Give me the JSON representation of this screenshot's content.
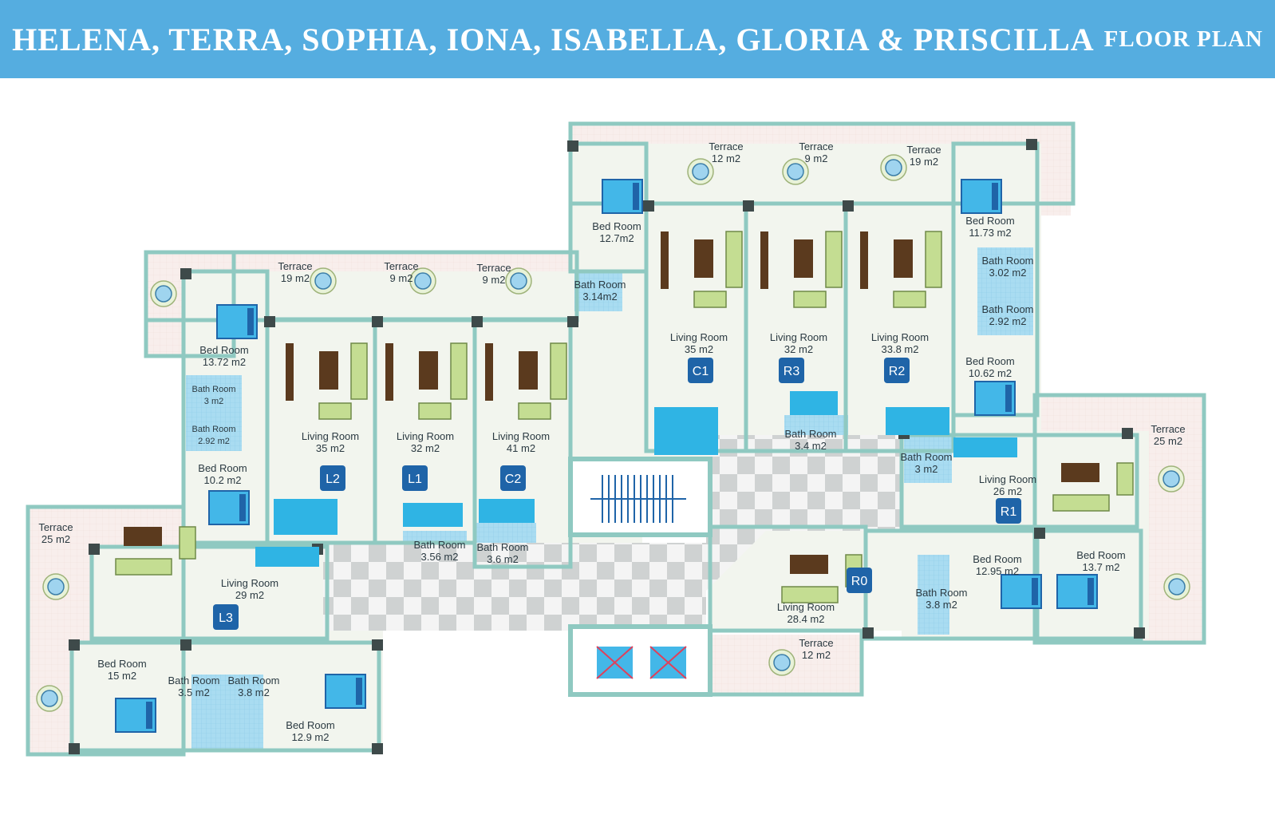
{
  "title": {
    "main": "HELENA, TERRA, SOPHIA, IONA, ISABELLA, GLORIA & PRISCILLA",
    "sub": "FLOOR PLAN"
  },
  "colors": {
    "header": "#55ade0",
    "wall": "#8fc9c1",
    "floor": "#f2f5ee",
    "terrace": "#f7ecea",
    "bath_tile": "#a9dcf1",
    "kitchen": "#2fb4e4",
    "apartment_badge": "#1f64a8",
    "sofa": "#c4dd92",
    "table": "#5b3a1e",
    "bed": "#43b7e8",
    "corridor_check": "#cfd2d2"
  },
  "rooms": [
    {
      "id": "c1-terrace",
      "name": "Terrace",
      "area": "12 m2"
    },
    {
      "id": "r3-terrace",
      "name": "Terrace",
      "area": "9 m2"
    },
    {
      "id": "r2-terrace",
      "name": "Terrace",
      "area": "19 m2"
    },
    {
      "id": "c1-bedroom",
      "name": "Bed Room",
      "area": "12.7m2"
    },
    {
      "id": "r2-bedroom1",
      "name": "Bed Room",
      "area": "11.73 m2"
    },
    {
      "id": "l2-terrace",
      "name": "Terrace",
      "area": "19 m2"
    },
    {
      "id": "l1-terrace",
      "name": "Terrace",
      "area": "9 m2"
    },
    {
      "id": "c2-terrace",
      "name": "Terrace",
      "area": "9 m2"
    },
    {
      "id": "c1-bathroom",
      "name": "Bath Room",
      "area": "3.14m2"
    },
    {
      "id": "r2-bathroom1",
      "name": "Bath Room",
      "area": "3.02 m2"
    },
    {
      "id": "r2-bathroom2",
      "name": "Bath Room",
      "area": "2.92 m2"
    },
    {
      "id": "c1-living",
      "name": "Living Room",
      "area": "35 m2"
    },
    {
      "id": "r3-living",
      "name": "Living Room",
      "area": "32 m2"
    },
    {
      "id": "r2-living",
      "name": "Living Room",
      "area": "33.8 m2"
    },
    {
      "id": "l2-bedroom1",
      "name": "Bed Room",
      "area": "13.72 m2"
    },
    {
      "id": "r2-bedroom2",
      "name": "Bed Room",
      "area": "10.62 m2"
    },
    {
      "id": "l2-bathroom1",
      "name": "Bath Room",
      "area": "3 m2"
    },
    {
      "id": "l2-bathroom2",
      "name": "Bath Room",
      "area": "2.92 m2"
    },
    {
      "id": "r1-terrace",
      "name": "Terrace",
      "area": "25 m2"
    },
    {
      "id": "l2-living",
      "name": "Living Room",
      "area": "35 m2"
    },
    {
      "id": "l1-living",
      "name": "Living Room",
      "area": "32 m2"
    },
    {
      "id": "c2-living",
      "name": "Living Room",
      "area": "41 m2"
    },
    {
      "id": "r3-bathroom",
      "name": "Bath Room",
      "area": "3.4 m2"
    },
    {
      "id": "r1-bathroom",
      "name": "Bath Room",
      "area": "3 m2"
    },
    {
      "id": "r1-living",
      "name": "Living Room",
      "area": "26 m2"
    },
    {
      "id": "l2-bedroom2",
      "name": "Bed Room",
      "area": "10.2 m2"
    },
    {
      "id": "l3-terrace",
      "name": "Terrace",
      "area": "25 m2"
    },
    {
      "id": "l1-bathroom",
      "name": "Bath Room",
      "area": "3.56 m2"
    },
    {
      "id": "c2-bathroom",
      "name": "Bath Room",
      "area": "3.6 m2"
    },
    {
      "id": "r1-bedroom1",
      "name": "Bed Room",
      "area": "12.95 m2"
    },
    {
      "id": "r1-bedroom2",
      "name": "Bed Room",
      "area": "13.7 m2"
    },
    {
      "id": "l3-living",
      "name": "Living Room",
      "area": "29 m2"
    },
    {
      "id": "r0-bathroom",
      "name": "Bath Room",
      "area": "3.8 m2"
    },
    {
      "id": "r0-living",
      "name": "Living Room",
      "area": "28.4 m2"
    },
    {
      "id": "r0-terrace",
      "name": "Terrace",
      "area": "12 m2"
    },
    {
      "id": "l3-bedroom1",
      "name": "Bed Room",
      "area": "15 m2"
    },
    {
      "id": "l3-bathroom1",
      "name": "Bath Room",
      "area": "3.5 m2"
    },
    {
      "id": "l3-bathroom2",
      "name": "Bath Room",
      "area": "3.8 m2"
    },
    {
      "id": "l3-bedroom2",
      "name": "Bed Room",
      "area": "12.9 m2"
    }
  ],
  "apartments": [
    "L2",
    "L1",
    "C2",
    "C1",
    "R3",
    "R2",
    "R1",
    "R0",
    "L3"
  ]
}
